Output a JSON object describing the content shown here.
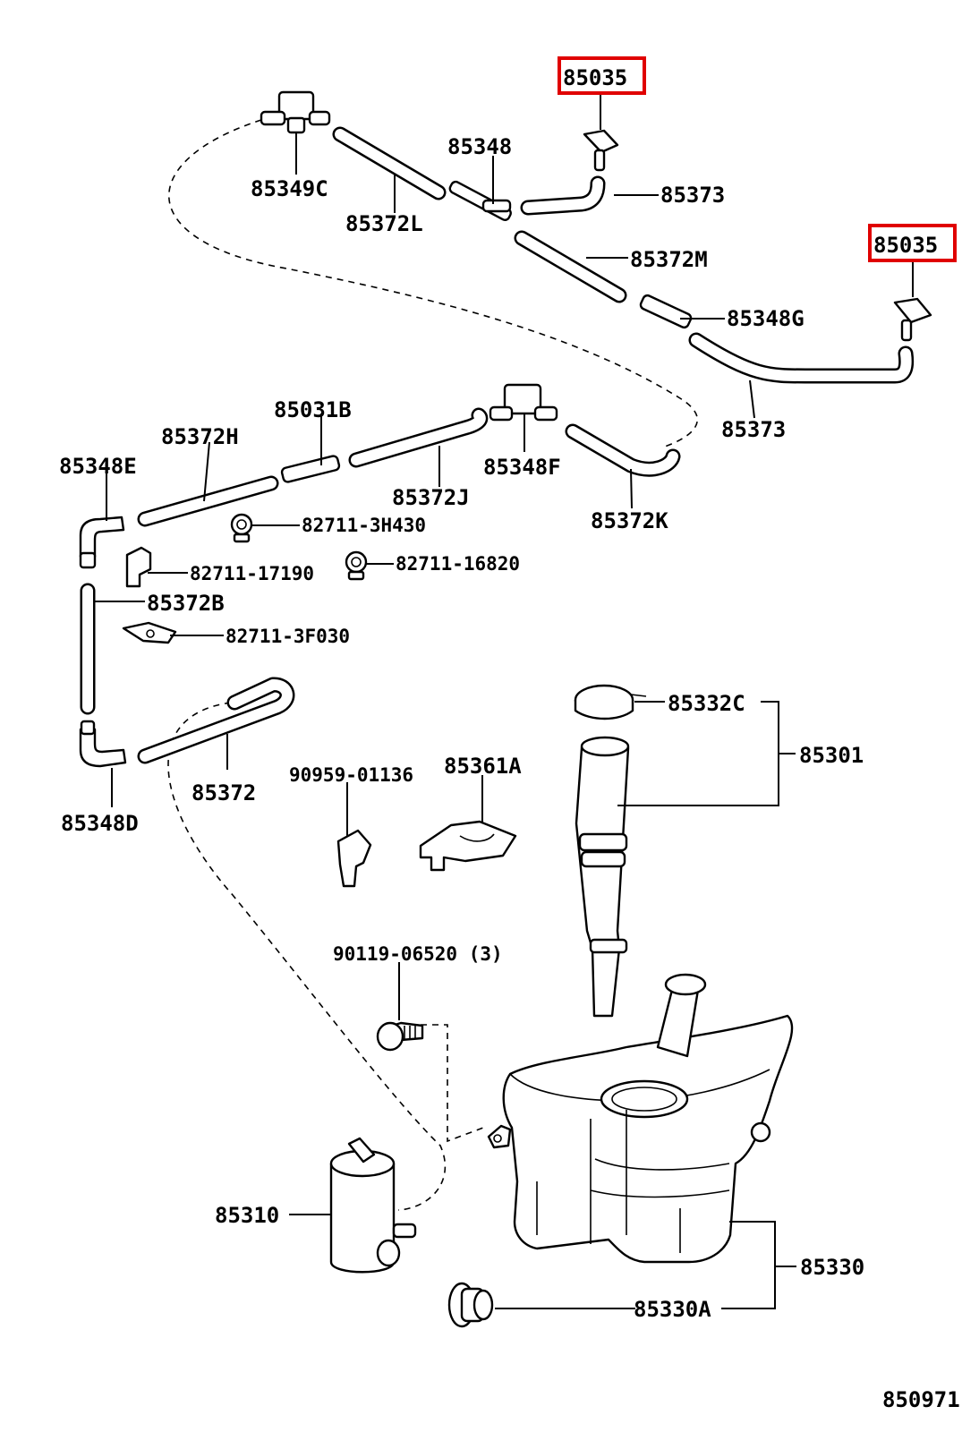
{
  "diagram": {
    "figure_number": "850971",
    "highlight_color": "#e00000",
    "labels": {
      "p85035_a": "85035",
      "p85035_b": "85035",
      "p85348": "85348",
      "p85349C": "85349C",
      "p85372L": "85372L",
      "p85373_a": "85373",
      "p85372M": "85372M",
      "p85348G": "85348G",
      "p85373_b": "85373",
      "p85031B": "85031B",
      "p85372H": "85372H",
      "p85348E": "85348E",
      "p85372J": "85372J",
      "p85348F": "85348F",
      "p85372K": "85372K",
      "p82711_3H430": "82711-3H430",
      "p82711_17190": "82711-17190",
      "p82711_16820": "82711-16820",
      "p85372B": "85372B",
      "p82711_3F030": "82711-3F030",
      "p85332C": "85332C",
      "p85301": "85301",
      "p90959_01136": "90959-01136",
      "p85361A": "85361A",
      "p85372": "85372",
      "p85348D": "85348D",
      "p90119_06520": "90119-06520 (3)",
      "p85310": "85310",
      "p85330": "85330",
      "p85330A": "85330A"
    }
  }
}
